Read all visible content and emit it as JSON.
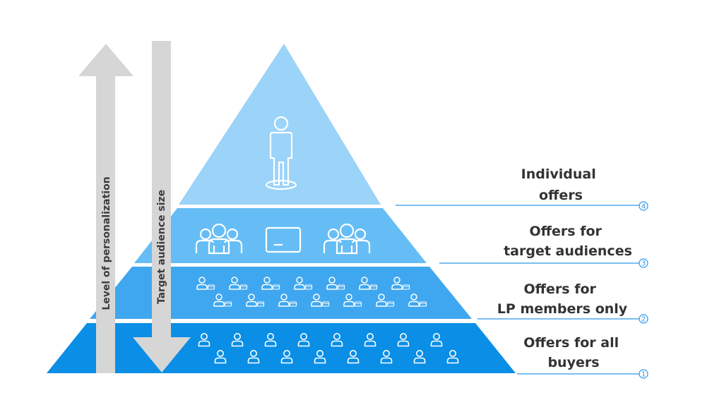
{
  "colors": {
    "tier1": "#0a8ee6",
    "tier2": "#3fa7ef",
    "tier3": "#66bdf5",
    "tier4": "#9bd3f9",
    "arrow": "#d6d6d6",
    "label": "#333333",
    "leader": "#2f96e8"
  },
  "arrows": {
    "up_label": "Level of personalization",
    "down_label": "Target audience size"
  },
  "tiers": [
    {
      "number": "4",
      "line1": "Individual",
      "line2": "offers",
      "icon": "single-person-on-pedestal-icon"
    },
    {
      "number": "3",
      "line1": "Offers for",
      "line2": "target audiences",
      "icon": "group-and-card-icons"
    },
    {
      "number": "2",
      "line1": "Offers for",
      "line2": "LP members only",
      "icon": "member-with-card-icons"
    },
    {
      "number": "1",
      "line1": "Offers for all",
      "line2": "buyers",
      "icon": "person-outline-icons"
    }
  ]
}
